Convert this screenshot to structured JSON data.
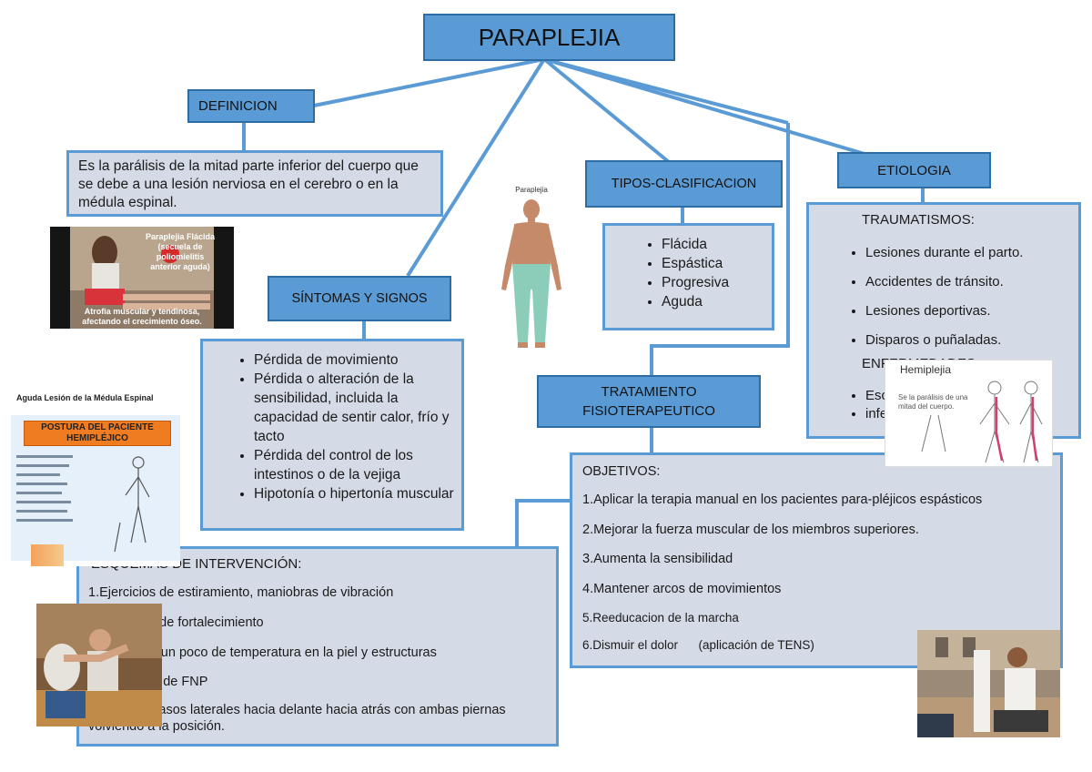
{
  "title": "PARAPLEJIA",
  "definicion": {
    "label": "DEFINICION",
    "text": "Es la parálisis de la mitad parte inferior del cuerpo que se debe a una lesión nerviosa en el cerebro o en la médula espinal."
  },
  "sintomas": {
    "label": "SÍNTOMAS Y SIGNOS",
    "items": [
      "Pérdida de movimiento",
      "Pérdida o alteración de la sensibilidad, incluida la capacidad de sentir calor, frío y tacto",
      "Pérdida del control de los intestinos o de la vejiga",
      "Hipotonía o hipertonía muscular"
    ]
  },
  "tipos": {
    "label": "TIPOS-CLASIFICACION",
    "items": [
      "Flácida",
      "Espástica",
      "Progresiva",
      "Aguda"
    ]
  },
  "etiologia": {
    "label": "ETIOLOGIA",
    "heading1": "TRAUMATISMOS:",
    "items1": [
      "Lesiones durante el parto.",
      "Accidentes de tránsito.",
      "Lesiones deportivas.",
      "Disparos o puñaladas."
    ],
    "heading2": "ENFERMEDADES",
    "items2": [
      "Esclerosis multiple",
      "infecciones"
    ]
  },
  "tratamiento": {
    "label_line1": "TRATAMIENTO",
    "label_line2": "FISIOTERAPEUTICO"
  },
  "objetivos": {
    "heading": "OBJETIVOS:",
    "items": [
      "1.Aplicar la terapia manual en los pacientes para-pléjicos espásticos",
      "2.Mejorar la fuerza muscular de los miembros superiores.",
      "3.Aumenta la sensibilidad",
      "4.Mantener arcos de movimientos",
      "5.Reeducacion de la marcha",
      "6.Dismuir el dolor      (aplicación de TENS)"
    ]
  },
  "esquemas": {
    "heading": "ESQUEMAS DE INTERVENCIÓN:",
    "items": [
      "1.Ejercicios de estiramiento, maniobras de vibración",
      "2.Ejercicios de fortalecimiento",
      "3.Aplicando un poco de temperatura en la piel y estructuras",
      "4.Aplicación de FNP",
      "5.Ejecutar pasos laterales hacia delante hacia atrás con ambas piernas volviendo a la posición."
    ]
  },
  "images": {
    "flacida_caption_top": "Paraplejia Flácida (secuela de poliomielitis anterior aguda)",
    "flacida_caption_bottom": "Atrofia muscular y tendinosa, afectando el crecimiento óseo.",
    "body_figure_label": "Paraplejia",
    "lesion_title": "Aguda Lesión de la Médula Espinal",
    "postura_title": "POSTURA DEL PACIENTE HEMIPLÉJICO",
    "hemiplejia_title": "Hemiplejia",
    "hemiplejia_sub": "Se la parálisis de una mitad del cuerpo."
  },
  "colors": {
    "title_fill": "#5b9bd5",
    "box_fill": "#d5dbe6",
    "connector": "#5b9bd5",
    "postura_banner": "#f07c22"
  }
}
